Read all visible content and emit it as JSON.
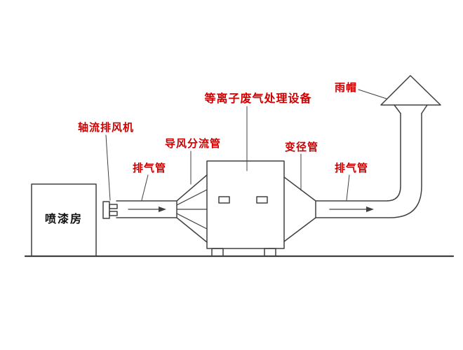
{
  "diagram": {
    "labels": {
      "axial_fan": "轴流排风机",
      "exhaust_pipe_1": "排气管",
      "diverter_duct": "导风分流管",
      "plasma_unit": "等离子废气处理设备",
      "reducer_pipe": "变径管",
      "exhaust_pipe_2": "排气管",
      "rain_cap": "雨帽",
      "spray_booth": "喷漆房"
    },
    "colors": {
      "label_red": "#cc0000",
      "line_dark": "#404040",
      "booth_text": "#111111",
      "background": "#ffffff"
    }
  }
}
